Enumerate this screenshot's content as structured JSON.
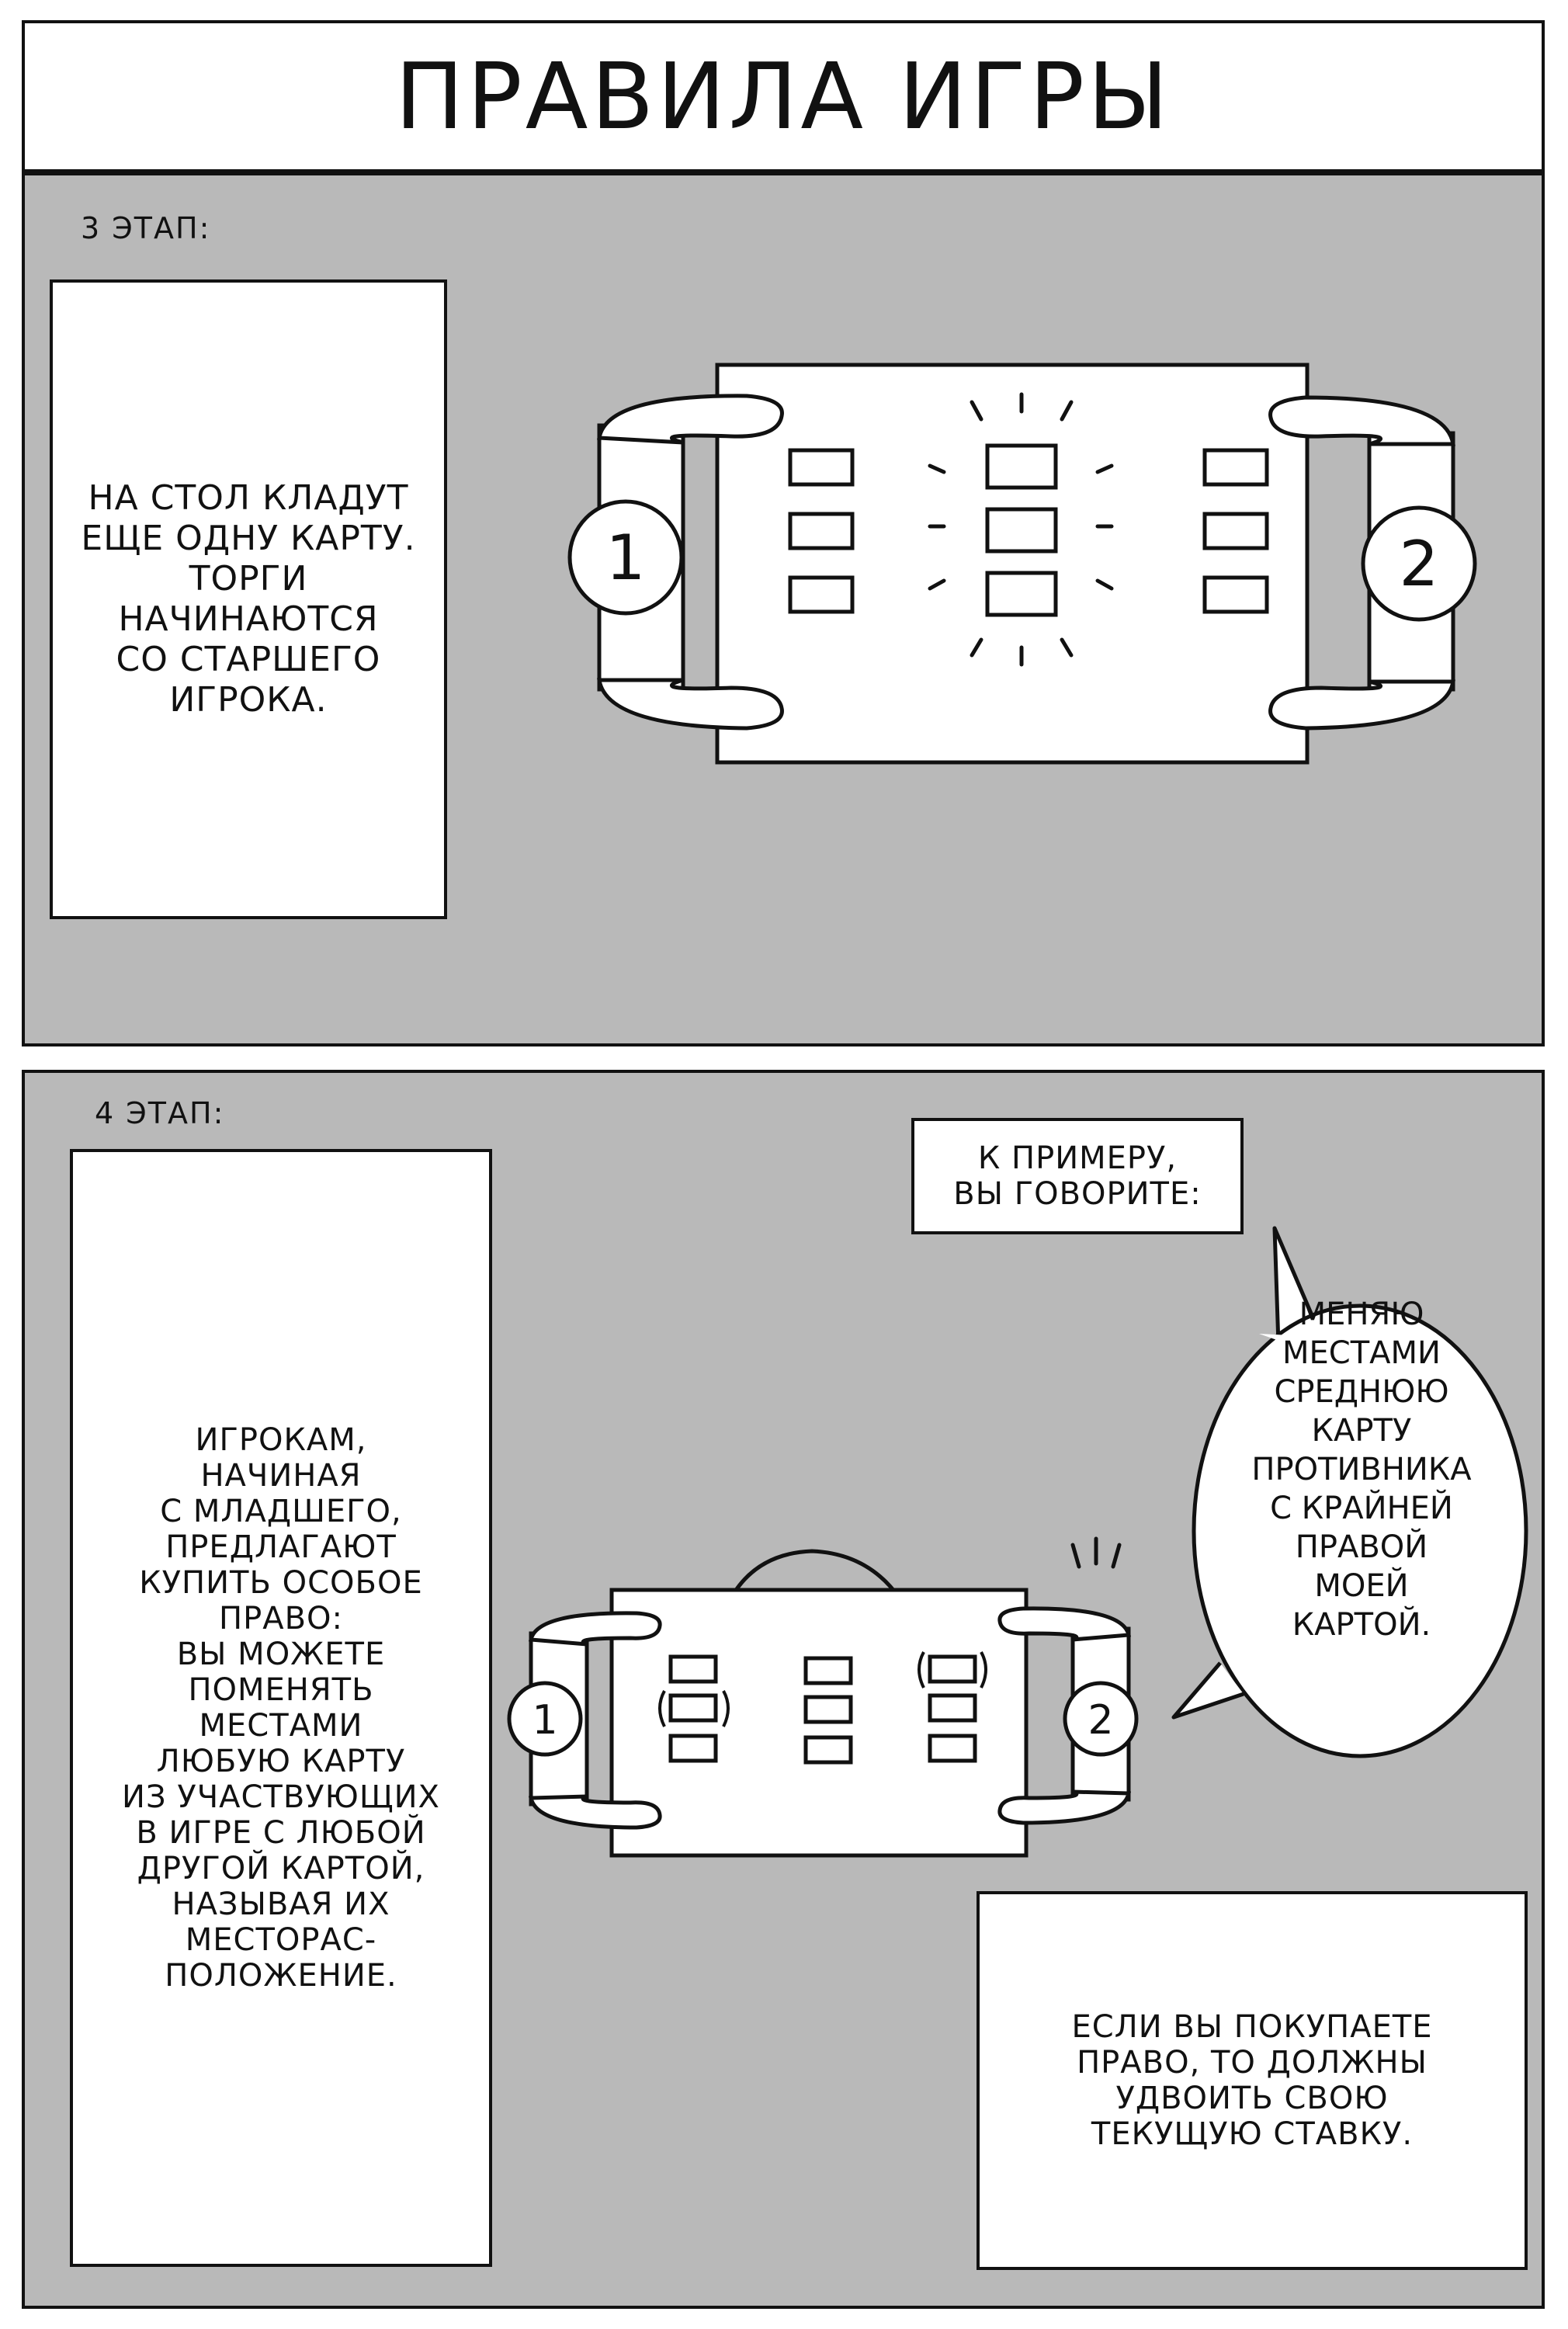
{
  "title": "ПРАВИЛА ИГРЫ",
  "stage3": {
    "label": "3 ЭТАП:",
    "caption": "НА СТОЛ КЛАДУТ\nЕЩЕ ОДНУ КАРТУ.\nТОРГИ\nНАЧИНАЮТСЯ\nСО СТАРШЕГО\nИГРОКА.",
    "player_left": "1",
    "player_right": "2"
  },
  "stage4": {
    "label": "4 ЭТАП:",
    "caption": "ИГРОКАМ,\nНАЧИНАЯ\nС МЛАДШЕГО,\nПРЕДЛАГАЮТ\nКУПИТЬ ОСОБОЕ\nПРАВО:\nВЫ МОЖЕТЕ\nПОМЕНЯТЬ\nМЕСТАМИ\nЛЮБУЮ КАРТУ\nИЗ УЧАСТВУЮЩИХ\nВ ИГРЕ С ЛЮБОЙ\nДРУГОЙ КАРТОЙ,\nНАЗЫВАЯ ИХ\nМЕСТОРАС-\nПОЛОЖЕНИЕ.",
    "example_box": "К ПРИМЕРУ,\nВЫ ГОВОРИТЕ:",
    "speech": "МЕНЯЮ\nМЕСТАМИ\nСРЕДНЮЮ\nКАРТУ\nПРОТИВНИКА\nС КРАЙНЕЙ\nПРАВОЙ\nМОЕЙ\nКАРТОЙ.",
    "note": "ЕСЛИ ВЫ ПОКУПАЕТЕ\nПРАВО, ТО ДОЛЖНЫ\nУДВОИТЬ СВОЮ\nТЕКУЩУЮ СТАВКУ.",
    "player_left": "1",
    "player_right": "2"
  }
}
